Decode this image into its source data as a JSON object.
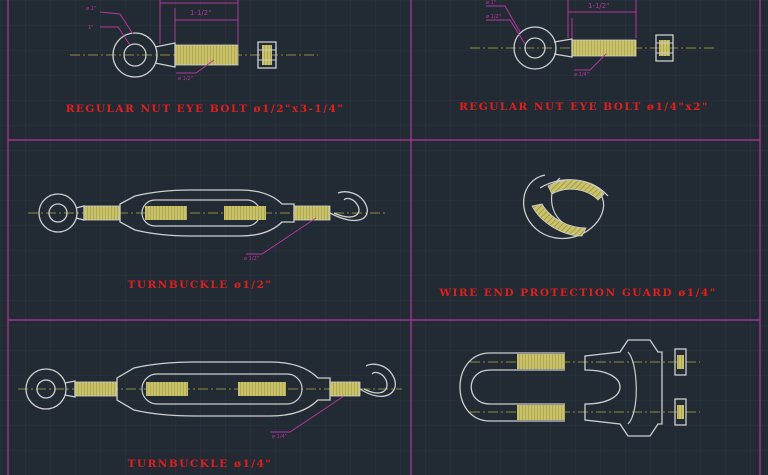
{
  "colors": {
    "background": "#222a33",
    "grid": "#2c3640",
    "frame": "#b6379f",
    "outline": "#cfcfcf",
    "thread": "#c9c26a",
    "centerline": "#b7ac48",
    "dimension": "#b6379f",
    "text": "#e01f1f"
  },
  "panels": [
    {
      "title": "REGULAR NUT EYE BOLT ø1/2\"x3-1/4\"",
      "dims": {
        "span": "1-1/2\"",
        "d1": "ø 1\"",
        "d2": "1\"",
        "d3": "ø 1/2\""
      }
    },
    {
      "title": "REGULAR NUT EYE BOLT ø1/4\"x2\"",
      "dims": {
        "span": "1-1/2\"",
        "d1": "ø 1\"",
        "d2": "ø 1/2\"",
        "d3": "ø 1/4\""
      }
    },
    {
      "title": "TURNBUCKLE ø1/2\"",
      "dims": {
        "d1": "ø 1/2\""
      }
    },
    {
      "title": "WIRE END PROTECTION GUARD ø1/4\""
    },
    {
      "title": "TURNBUCKLE ø1/4\"",
      "dims": {
        "d1": "ø 1/4\""
      }
    },
    {
      "title": ""
    }
  ]
}
